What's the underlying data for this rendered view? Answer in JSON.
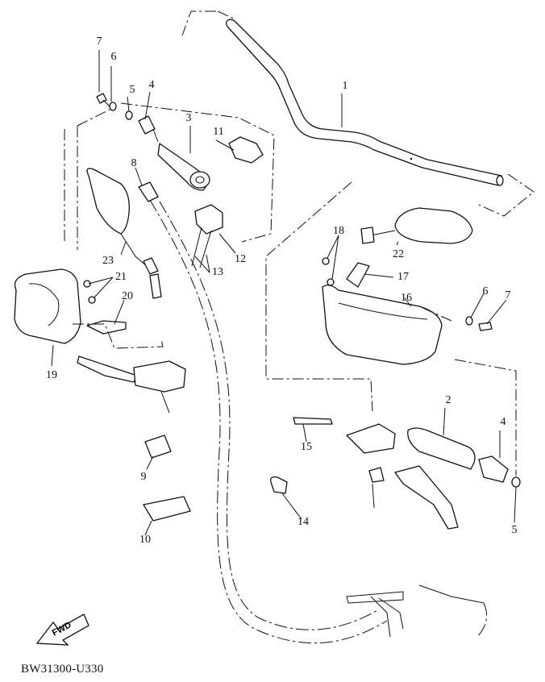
{
  "diagram": {
    "code": "BW31300-U330",
    "fwd_label": "FWD",
    "callouts": [
      {
        "id": "c1",
        "text": "1"
      },
      {
        "id": "c2",
        "text": "2"
      },
      {
        "id": "c3",
        "text": "3"
      },
      {
        "id": "c4a",
        "text": "4"
      },
      {
        "id": "c4b",
        "text": "4"
      },
      {
        "id": "c5a",
        "text": "5"
      },
      {
        "id": "c5b",
        "text": "5"
      },
      {
        "id": "c6a",
        "text": "6"
      },
      {
        "id": "c6b",
        "text": "6"
      },
      {
        "id": "c7a",
        "text": "7"
      },
      {
        "id": "c7b",
        "text": "7"
      },
      {
        "id": "c8",
        "text": "8"
      },
      {
        "id": "c9",
        "text": "9"
      },
      {
        "id": "c10",
        "text": "10"
      },
      {
        "id": "c11",
        "text": "11"
      },
      {
        "id": "c12",
        "text": "12"
      },
      {
        "id": "c13",
        "text": "13"
      },
      {
        "id": "c14",
        "text": "14"
      },
      {
        "id": "c15",
        "text": "15"
      },
      {
        "id": "c16",
        "text": "16"
      },
      {
        "id": "c17",
        "text": "17"
      },
      {
        "id": "c18",
        "text": "18"
      },
      {
        "id": "c19",
        "text": "19"
      },
      {
        "id": "c20",
        "text": "20"
      },
      {
        "id": "c21",
        "text": "21"
      },
      {
        "id": "c22",
        "text": "22"
      },
      {
        "id": "c23",
        "text": "23"
      }
    ]
  }
}
